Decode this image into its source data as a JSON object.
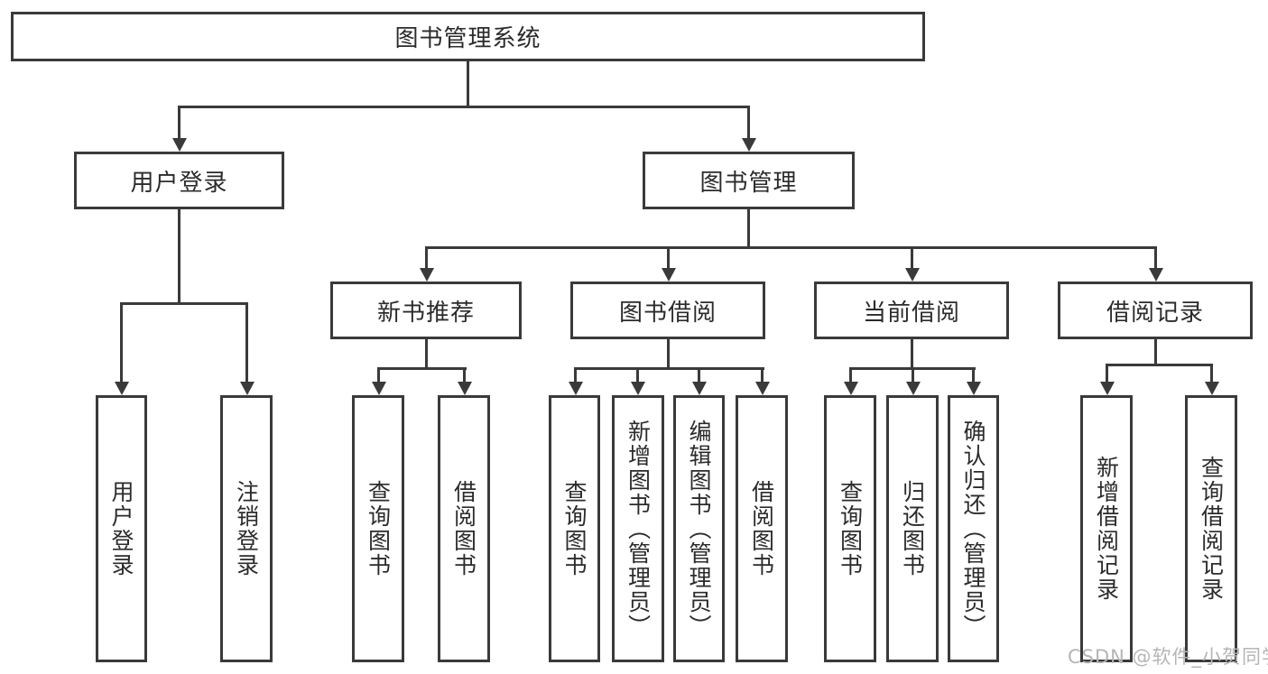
{
  "title": "图书管理系统",
  "tree": {
    "root": {
      "label": "图书管理系统"
    },
    "children": [
      {
        "label": "用户登录",
        "children": [
          {
            "label": "用户登录"
          },
          {
            "label": "注销登录"
          }
        ]
      },
      {
        "label": "图书管理",
        "children": [
          {
            "label": "新书推荐",
            "children": [
              {
                "label": "查询图书"
              },
              {
                "label": "借阅图书"
              }
            ]
          },
          {
            "label": "图书借阅",
            "children": [
              {
                "label": "查询图书"
              },
              {
                "label": "新增图书（管理员）"
              },
              {
                "label": "编辑图书（管理员）"
              },
              {
                "label": "借阅图书"
              }
            ]
          },
          {
            "label": "当前借阅",
            "children": [
              {
                "label": "查询图书"
              },
              {
                "label": "归还图书"
              },
              {
                "label": "确认归还（管理员）"
              }
            ]
          },
          {
            "label": "借阅记录",
            "children": [
              {
                "label": "新增借阅记录"
              },
              {
                "label": "查询借阅记录"
              }
            ]
          }
        ]
      }
    ]
  },
  "watermark": "CSDN @软件_小贺同学",
  "colors": {
    "line": "#3a3a3a",
    "text": "#2b2b2b",
    "watermark": "#b5b5b5",
    "background": "#ffffff"
  }
}
